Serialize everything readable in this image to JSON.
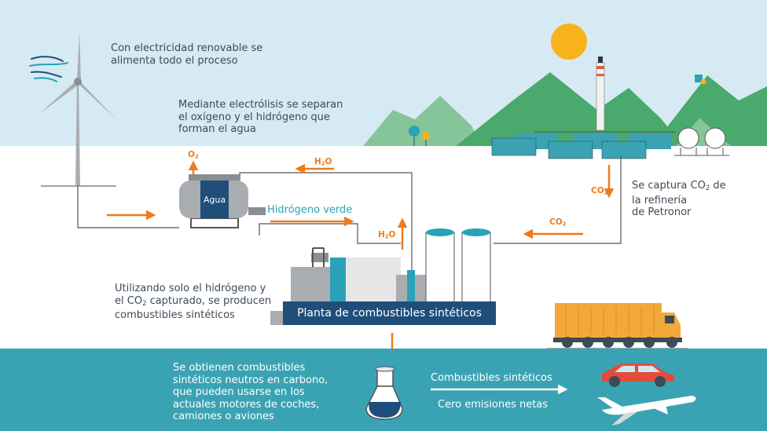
{
  "texts": {
    "renewable": [
      "Con electricidad renovable se",
      "alimenta todo el proceso"
    ],
    "electrolysis": [
      "Mediante electrólisis se separan",
      "el oxígeno y el hidrógeno que",
      "forman el agua"
    ],
    "capture_line1": "Se captura CO",
    "capture_sub": "2",
    "capture_line1_end": " de",
    "capture_line2": "la refinería",
    "capture_line3": "de Petronor",
    "using_line1": "Utilizando solo el hidrógeno y",
    "using_line2a": "el CO",
    "using_line2sub": "2",
    "using_line2b": " capturado, se producen",
    "using_line3": "combustibles sintéticos",
    "obtained": [
      "Se obtienen combustibles",
      "sintéticos neutros en carbono,",
      "que pueden usarse en los",
      "actuales motores de coches,",
      "camiones o aviones"
    ],
    "hydrogen_green": "Hidrógeno verde",
    "plant": "Planta de combustibles sintéticos",
    "water": "Agua",
    "synthetic_fuels": "Combustibles sintéticos",
    "zero_emissions": "Cero emisiones netas"
  },
  "chem": {
    "o2_main": "O",
    "o2_sub": "2",
    "h2o_top_main": "H",
    "h2o_top_sub": "2",
    "h2o_top_end": "O",
    "h2o_side_main": "H",
    "h2o_side_sub": "2",
    "h2o_side_end": "O",
    "co2_v_main": "CO",
    "co2_v_sub": "2",
    "co2_h_main": "CO",
    "co2_h_sub": "2"
  },
  "colors": {
    "sky": "#d6eaf3",
    "mountain_dark": "#4aa96c",
    "mountain_light": "#86c49a",
    "teal_band": "#3aa3b3",
    "arrow": "#f07a1a",
    "navy": "#1f4e7a",
    "sun": "#f7b21c"
  },
  "icons": [
    "wind-turbine-icon",
    "wind-gust-icon",
    "sun-icon",
    "refinery-icon",
    "electrolyzer-icon",
    "fuel-plant-icon",
    "flask-icon",
    "truck-icon",
    "car-icon",
    "airplane-icon",
    "tree-icon"
  ]
}
